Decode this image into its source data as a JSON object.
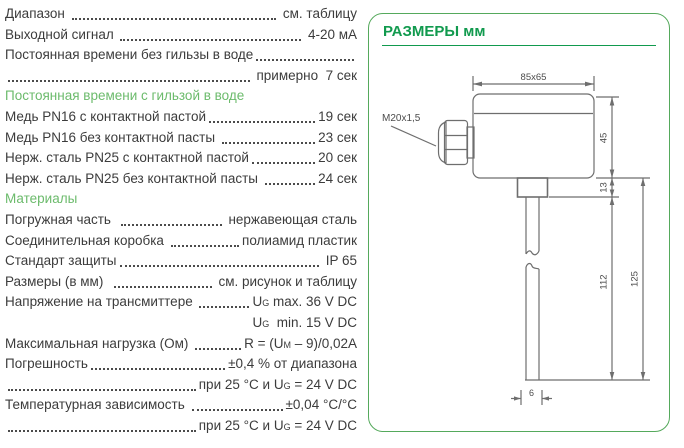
{
  "spec": {
    "lines": [
      {
        "type": "row",
        "parts": [
          {
            "t": "text",
            "v": "Диапазон "
          },
          {
            "t": "leader"
          },
          {
            "t": "text",
            "v": " см. таблицу"
          }
        ]
      },
      {
        "type": "row",
        "parts": [
          {
            "t": "text",
            "v": "Выходной сигнал "
          },
          {
            "t": "leader"
          },
          {
            "t": "text",
            "v": " 4-20 мА"
          }
        ]
      },
      {
        "type": "row",
        "parts": [
          {
            "t": "text",
            "v": "Постоянная времени без гильзы в воде"
          },
          {
            "t": "leader"
          }
        ]
      },
      {
        "type": "row",
        "parts": [
          {
            "t": "leader"
          },
          {
            "t": "text",
            "v": " примерно  7 сек"
          }
        ]
      },
      {
        "type": "header",
        "text": "Постоянная времени с гильзой в воде"
      },
      {
        "type": "row",
        "parts": [
          {
            "t": "text",
            "v": "Медь PN16 с контактной пастой"
          },
          {
            "t": "leader"
          },
          {
            "t": "text",
            "v": "19 сек"
          }
        ]
      },
      {
        "type": "row",
        "parts": [
          {
            "t": "text",
            "v": "Медь PN16 без контактной пасты "
          },
          {
            "t": "leader"
          },
          {
            "t": "text",
            "v": "23 сек"
          }
        ]
      },
      {
        "type": "row",
        "parts": [
          {
            "t": "text",
            "v": "Нерж. сталь PN25 с контактной пастой"
          },
          {
            "t": "leader"
          },
          {
            "t": "text",
            "v": "20 сек"
          }
        ]
      },
      {
        "type": "row",
        "parts": [
          {
            "t": "text",
            "v": "Нерж. сталь PN25 без контактной пасты "
          },
          {
            "t": "leader"
          },
          {
            "t": "text",
            "v": "24 сек"
          }
        ]
      },
      {
        "type": "header",
        "text": "Материалы"
      },
      {
        "type": "row",
        "parts": [
          {
            "t": "text",
            "v": "Погружная часть  "
          },
          {
            "t": "leader"
          },
          {
            "t": "text",
            "v": " нержавеющая сталь"
          }
        ]
      },
      {
        "type": "row",
        "parts": [
          {
            "t": "text",
            "v": "Соединительная коробка "
          },
          {
            "t": "leader"
          },
          {
            "t": "text",
            "v": "полиамид пластик"
          }
        ]
      },
      {
        "type": "row",
        "parts": [
          {
            "t": "text",
            "v": "Стандарт защиты"
          },
          {
            "t": "leader"
          },
          {
            "t": "text",
            "v": " IP 65"
          }
        ]
      },
      {
        "type": "row",
        "parts": [
          {
            "t": "text",
            "v": "Размеры (в мм)  "
          },
          {
            "t": "leader"
          },
          {
            "t": "text",
            "v": " см. рисунок и таблицу"
          }
        ]
      },
      {
        "type": "row",
        "parts": [
          {
            "t": "text",
            "v": "Напряжение на трансмиттере "
          },
          {
            "t": "leader"
          },
          {
            "t": "text",
            "v": "U"
          },
          {
            "t": "sub",
            "v": "G"
          },
          {
            "t": "text",
            "v": " max. 36 V DC"
          }
        ]
      },
      {
        "type": "row",
        "align": "right",
        "parts": [
          {
            "t": "text",
            "v": "U"
          },
          {
            "t": "sub",
            "v": "G"
          },
          {
            "t": "text",
            "v": "  min. 15 V DC"
          }
        ]
      },
      {
        "type": "row",
        "parts": [
          {
            "t": "text",
            "v": "Максимальная нагрузка (Ом) "
          },
          {
            "t": "leader"
          },
          {
            "t": "text",
            "v": "R = (U"
          },
          {
            "t": "sub",
            "v": "M"
          },
          {
            "t": "text",
            "v": " – 9)/0,02A"
          }
        ]
      },
      {
        "type": "row",
        "parts": [
          {
            "t": "text",
            "v": "Погрешность"
          },
          {
            "t": "leader"
          },
          {
            "t": "text",
            "v": "±0,4 % от диапазона"
          }
        ]
      },
      {
        "type": "row",
        "parts": [
          {
            "t": "leader"
          },
          {
            "t": "text",
            "v": "при 25 °C и U"
          },
          {
            "t": "sub",
            "v": "G"
          },
          {
            "t": "text",
            "v": " = 24 V DC"
          }
        ]
      },
      {
        "type": "row",
        "parts": [
          {
            "t": "text",
            "v": "Температурная зависимость "
          },
          {
            "t": "leader"
          },
          {
            "t": "text",
            "v": "±0,04 °C/°C"
          }
        ]
      },
      {
        "type": "row",
        "parts": [
          {
            "t": "leader"
          },
          {
            "t": "text",
            "v": "при 25 °C и U"
          },
          {
            "t": "sub",
            "v": "G"
          },
          {
            "t": "text",
            "v": " = 24 V DC"
          }
        ]
      }
    ]
  },
  "panel": {
    "title": "РАЗМЕРЫ мм",
    "drawing": {
      "thread_label": "M20x1,5",
      "top_width": "85x65",
      "box_height": "45",
      "neck_height": "13",
      "probe_length": "112",
      "total_length": "125",
      "probe_diameter": "6"
    }
  },
  "colors": {
    "header_green": "#6cbb6c",
    "title_green": "#119a4e",
    "panel_border_green": "#55a95c",
    "body_text": "#3c3c3c",
    "drawing_stroke": "#6e6e6e"
  }
}
